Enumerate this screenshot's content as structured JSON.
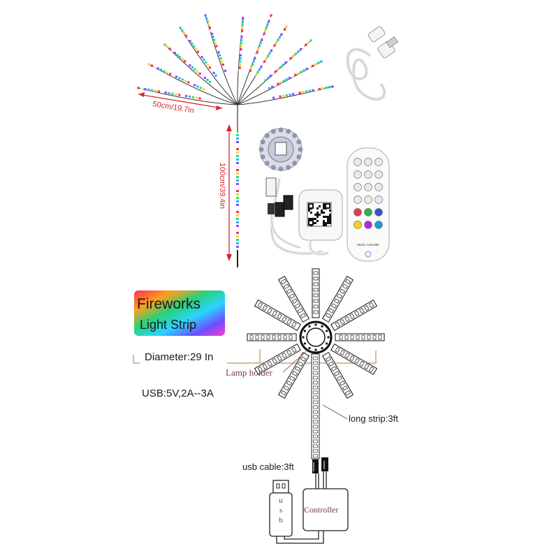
{
  "product_photo": {
    "strand_length_label": "50cm/19.7in",
    "stem_length_label": "100cm/39.4in",
    "remote_brand_text": "Music controller",
    "colors": {
      "dimension_arrow": "#d9252a",
      "dimension_text": "#d9252a",
      "cable": "#f2f2f2",
      "led_palette": [
        "#ff2b6b",
        "#ffd12b",
        "#27e07a",
        "#2bb4ff",
        "#8a4dff",
        "#ffffff"
      ]
    }
  },
  "diagram": {
    "badge": {
      "line1": "Fireworks",
      "line2": "Light Strip"
    },
    "diameter_label": "Diameter:29 In",
    "lamp_holder_label": "Lamp holder",
    "power_label": "USB:5V,2A--3A",
    "long_strip_label": "long strip:3ft",
    "usb_cable_label": "usb cable:3ft",
    "usb_plug_text": "usb",
    "controller_label": "Controller",
    "colors": {
      "bracket_line": "#c9a77c",
      "callout_line": "#7a3b3b",
      "callout_text": "#7a3b3b",
      "outline": "#222222"
    }
  }
}
